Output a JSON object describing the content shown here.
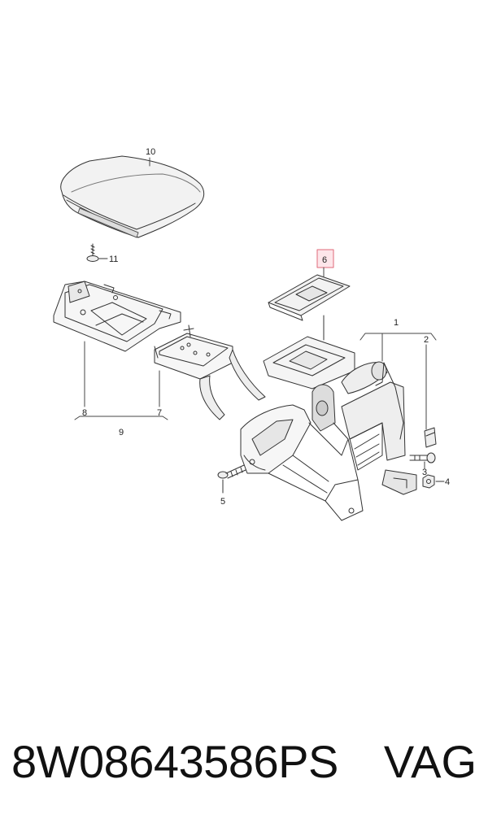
{
  "diagram": {
    "callouts": {
      "p1": "1",
      "p2": "2",
      "p3": "3",
      "p4": "4",
      "p5": "5",
      "p6": "6",
      "p7": "7",
      "p8": "8",
      "p9": "9",
      "p10": "10",
      "p11": "11"
    },
    "highlight_color": "#e06a7a",
    "highlight_fill": "#fde6ea"
  },
  "footer": {
    "part_number": "8W08643586PS",
    "brand": "VAG"
  }
}
